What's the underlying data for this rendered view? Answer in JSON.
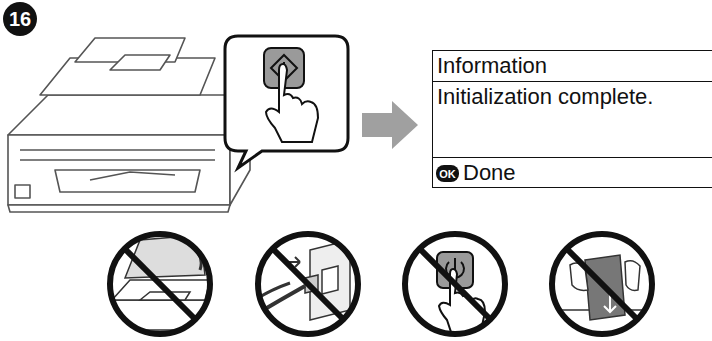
{
  "diagram": {
    "nodes": [
      {
        "text": [
          "Information",
          "Initialization complete.",
          "Done"
        ]
      }
    ],
    "labels": [
      "16",
      "OK"
    ]
  }
}
